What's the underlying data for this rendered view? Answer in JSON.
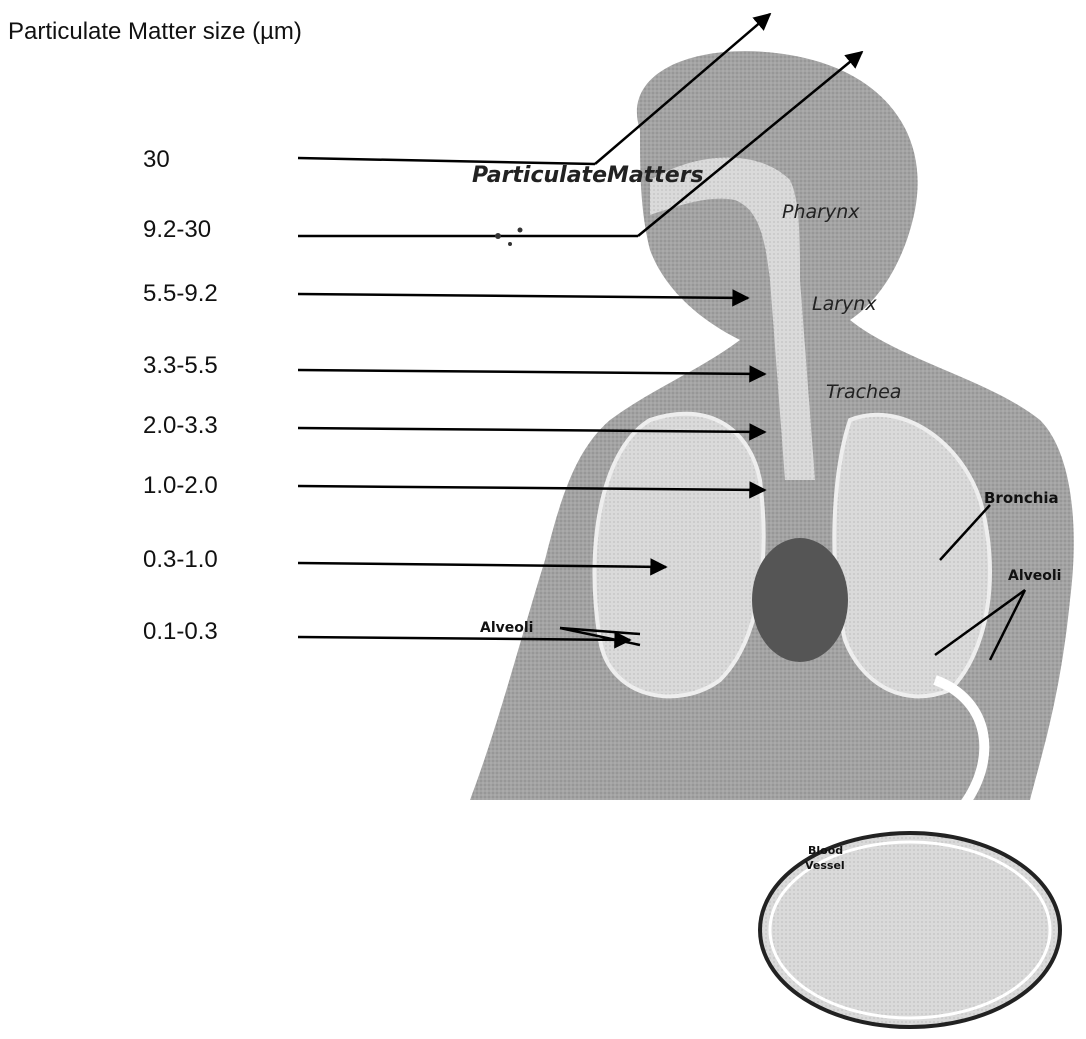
{
  "title": "Particulate Matter size (µm)",
  "size_ranges": [
    "30",
    "9.2-30",
    "5.5-9.2",
    "3.3-5.5",
    "2.0-3.3",
    "1.0-2.0",
    "0.3-1.0",
    "0.1-0.3"
  ],
  "labels": {
    "particulate_matters": "ParticulateMatters",
    "pharynx": "Pharynx",
    "larynx": "Larynx",
    "trachea": "Trachea",
    "bronchia": "Bronchia",
    "alveoli_left": "Alveoli",
    "alveoli_right": "Alveoli",
    "blood_vessel_line1": "Blood",
    "blood_vessel_line2": "Vessel"
  },
  "colors": {
    "body": "#9d9d9d",
    "lung": "#d9d9d9",
    "heart": "#555555",
    "arrow": "#000000"
  }
}
